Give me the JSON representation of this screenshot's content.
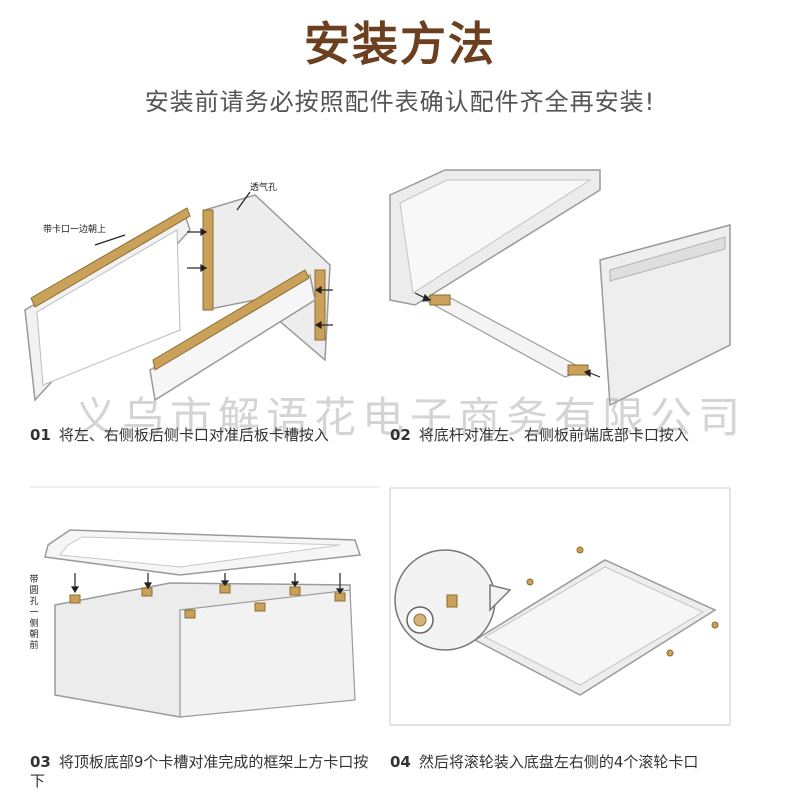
{
  "header": {
    "title": "安装方法",
    "subtitle": "安装前请务必按照配件表确认配件齐全再安装!"
  },
  "watermark": "义乌市解语花电子商务有限公司",
  "steps": [
    {
      "num": "01",
      "text": "将左、右侧板后侧卡口对准后板卡槽按入",
      "callouts": [
        "带卡口一边朝上",
        "透气孔"
      ]
    },
    {
      "num": "02",
      "text": "将底杆对准左、右侧板前端底部卡口按入"
    },
    {
      "num": "03",
      "text": "将顶板底部9个卡槽对准完成的框架上方卡口按下",
      "callouts": [
        "带圆孔一侧朝前"
      ]
    },
    {
      "num": "04",
      "text": "然后将滚轮装入底盘左右侧的4个滚轮卡口"
    }
  ],
  "colors": {
    "title": "#6b3f1f",
    "panel_fill": "#ececec",
    "panel_edge": "#9a9a9a",
    "clip": "#c9a15a"
  }
}
